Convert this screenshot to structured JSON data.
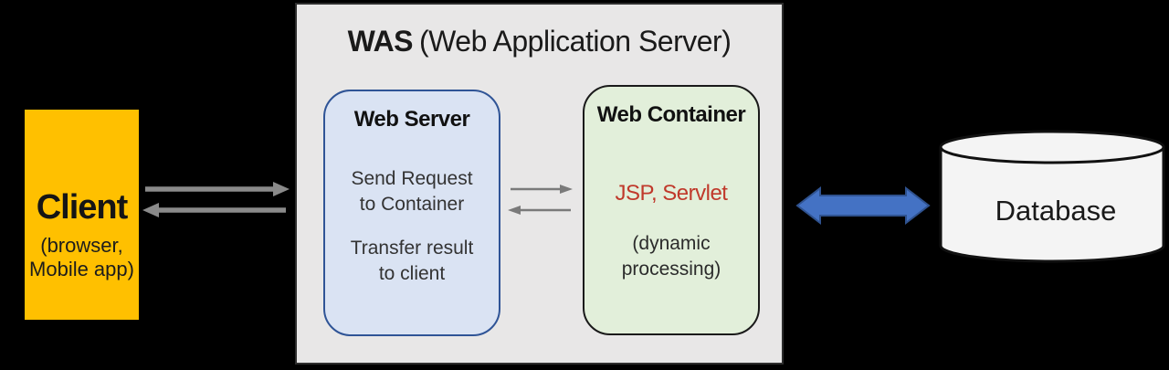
{
  "diagram": {
    "was": {
      "title_acronym": "WAS",
      "title_full": "(Web Application Server)"
    },
    "client": {
      "label": "Client",
      "sublabel": "(browser, Mobile app)"
    },
    "web_server": {
      "title": "Web Server",
      "task1": "Send Request to Container",
      "task2": "Transfer result to client"
    },
    "web_container": {
      "title": "Web Container",
      "tech": "JSP, Servlet",
      "note": "(dynamic processing)"
    },
    "database": {
      "label": "Database"
    },
    "arrows": [
      {
        "name": "client-to-was",
        "direction": "right",
        "color": "#8A8A8A"
      },
      {
        "name": "was-to-client",
        "direction": "left",
        "color": "#8A8A8A"
      },
      {
        "name": "server-to-container",
        "direction": "right",
        "color": "#7A7A7A"
      },
      {
        "name": "container-to-server",
        "direction": "left",
        "color": "#7A7A7A"
      },
      {
        "name": "was-to-database",
        "direction": "both",
        "color": "#4472C4"
      }
    ],
    "colors": {
      "background": "#000000",
      "client_fill": "#FFC000",
      "was_fill": "#E8E7E7",
      "web_server_fill": "#DAE3F3",
      "web_server_border": "#2F5496",
      "web_container_fill": "#E2EFDA",
      "tech_text": "#C0392B",
      "db_cylinder_fill": "#F4F4F4",
      "db_arrow_fill": "#4472C4",
      "db_arrow_border": "#2F528F"
    }
  }
}
